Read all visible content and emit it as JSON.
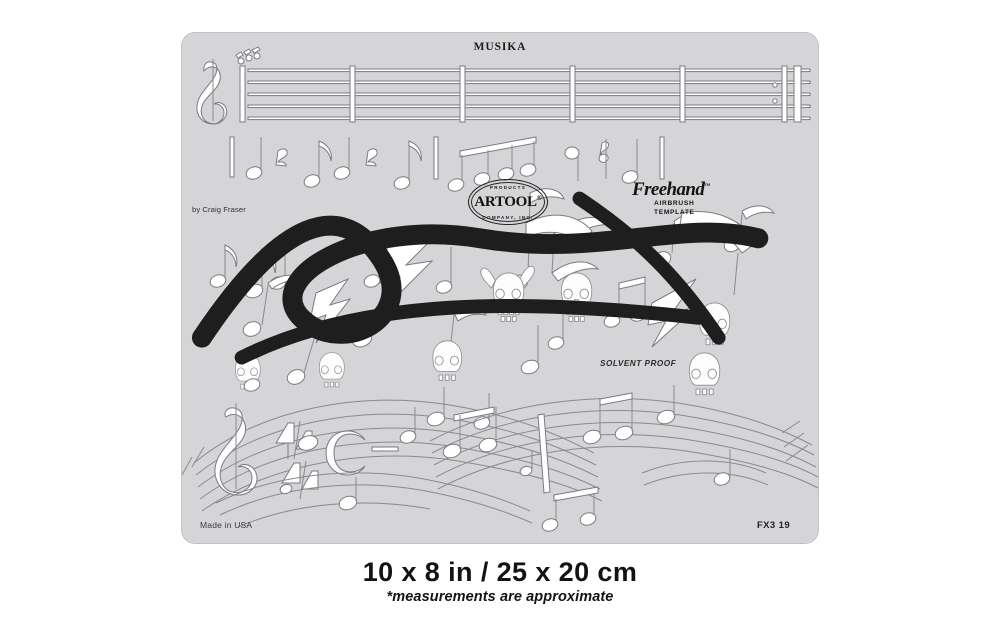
{
  "product": {
    "title": "MUSIKA",
    "code": "FX3 19",
    "made_in": "Made in USA",
    "solvent_proof": "SOLVENT PROOF",
    "artist_credit": "by Craig Fraser",
    "brand": {
      "name": "ARTOOL",
      "registered_mark": "®",
      "arc_top": "PRODUCTS",
      "arc_bottom": "COMPANY, INC.",
      "series_name": "Freehand",
      "series_tm": "™",
      "series_sub_line1": "AIRBRUSH",
      "series_sub_line2": "TEMPLATE"
    }
  },
  "caption": {
    "size_line": "10 x 8 in / 25 x 20 cm",
    "disclaimer": "*measurements are approximate"
  },
  "colors": {
    "page_background": "#ffffff",
    "template_body": "#d5d5d7",
    "cut_fill": "#ffffff",
    "cut_stroke": "#8a8a8f",
    "text_dark": "#1b1b1b"
  },
  "stencil": {
    "type": "airbrush-template",
    "subject": "music notes and staves with skulls, flames and lightning bolts",
    "regions": [
      {
        "name": "top-staff-band",
        "description": "five-line musical staff with treble clef, bar lines and end repeat"
      },
      {
        "name": "note-row",
        "description": "row of individual quarter, eighth and beamed notes plus rests"
      },
      {
        "name": "logo-row",
        "description": "Artool oval logo, Freehand airbrush template logo and Craig Fraser signature"
      },
      {
        "name": "flame-notes",
        "description": "stylized notes with flame and lightning bolt flags"
      },
      {
        "name": "skull-cluster",
        "description": "horned skull and plain skull cut-outs"
      },
      {
        "name": "flowing-staves",
        "description": "two large wavy ribbon staves with clef, 4/4 time signature, C and notes"
      }
    ]
  }
}
